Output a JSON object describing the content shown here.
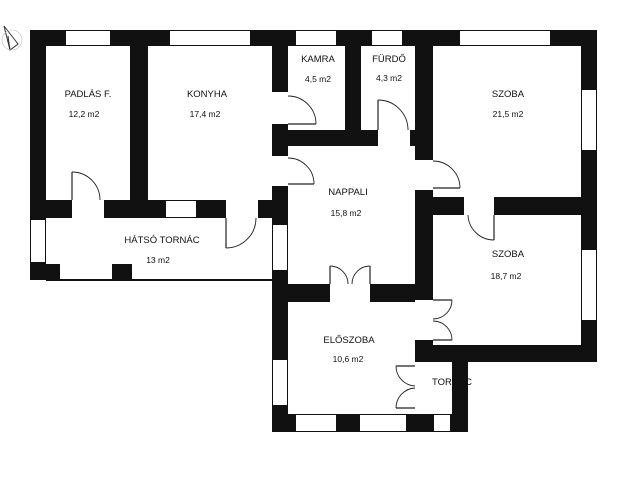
{
  "rooms": [
    {
      "name": "PADLÁS F.",
      "area": "12,2 m2"
    },
    {
      "name": "KONYHA",
      "area": "17,4 m2"
    },
    {
      "name": "KAMRA",
      "area": "4,5 m2"
    },
    {
      "name": "FÜRDŐ",
      "area": "4,3 m2"
    },
    {
      "name": "SZOBA",
      "area": "21,5 m2"
    },
    {
      "name": "NAPPALI",
      "area": "15,8 m2"
    },
    {
      "name": "HÁTSÓ TORNÁC",
      "area": "13 m2"
    },
    {
      "name": "SZOBA",
      "area": "18,7 m2"
    },
    {
      "name": "ELŐSZOBA",
      "area": "10,6 m2"
    },
    {
      "name": "TORNÁC",
      "area": ""
    }
  ],
  "icons": {
    "north": "north-arrow-icon"
  }
}
